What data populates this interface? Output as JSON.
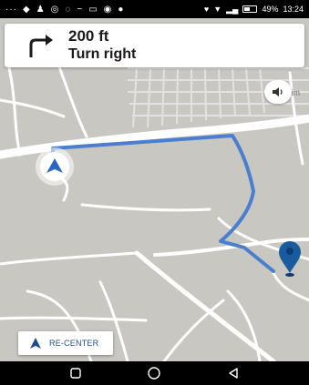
{
  "status_bar": {
    "battery": "49%",
    "time": "13:24",
    "icons": [
      "more-dots-icon",
      "location-icon",
      "person-icon",
      "circle-icon",
      "whatsapp-icon",
      "tilde-icon",
      "message-icon",
      "target-icon",
      "chat-icon",
      "location-pin-icon",
      "wifi-icon",
      "signal-icon",
      "battery-icon"
    ]
  },
  "navigation": {
    "distance": "200 ft",
    "instruction": "Turn right",
    "turn_icon": "turn-right-arrow-icon"
  },
  "map": {
    "street_label": "Jim",
    "route_color": "#4a7fd0",
    "destination_color": "#1a5a9e",
    "marker_color": "#2a66c8"
  },
  "controls": {
    "sound_icon": "volume-icon",
    "recenter_label": "RE-CENTER"
  },
  "system_nav": {
    "buttons": [
      "square-recents-icon",
      "circle-home-icon",
      "triangle-back-icon"
    ]
  }
}
